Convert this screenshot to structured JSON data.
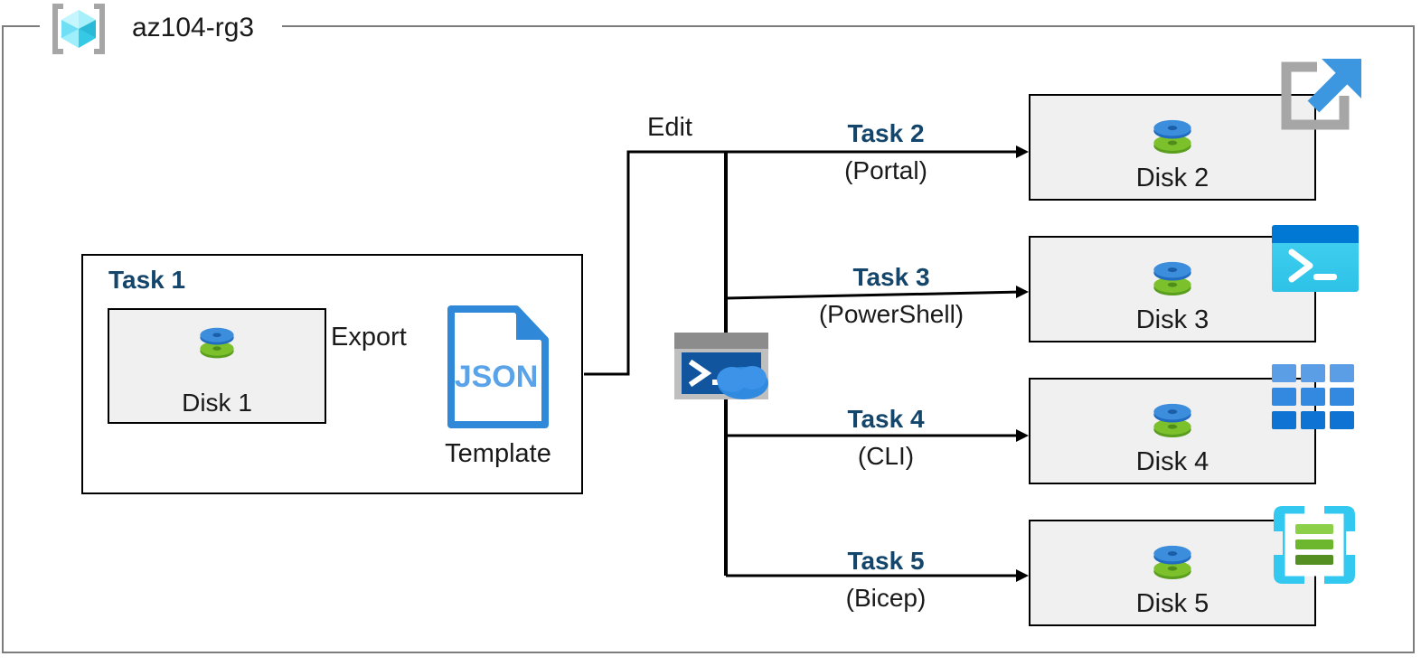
{
  "resource_group": {
    "name": "az104-rg3",
    "icon": "resource-group-icon"
  },
  "diagram": {
    "type": "flow",
    "task1": {
      "label": "Task 1",
      "source_disk": "Disk 1",
      "export_label": "Export",
      "template_label": "Template",
      "template_format": "JSON"
    },
    "edit_label": "Edit",
    "cloudshell_icon": "cloud-shell-icon",
    "branches": [
      {
        "task": "Task 2",
        "tool": "(Portal)",
        "target_disk": "Disk 2",
        "icon": "portal-icon"
      },
      {
        "task": "Task 3",
        "tool": "(PowerShell)",
        "target_disk": "Disk 3",
        "icon": "powershell-icon"
      },
      {
        "task": "Task 4",
        "tool": "(CLI)",
        "target_disk": "Disk 4",
        "icon": "cli-icon"
      },
      {
        "task": "Task 5",
        "tool": "(Bicep)",
        "target_disk": "Disk 5",
        "icon": "bicep-icon"
      }
    ]
  },
  "colors": {
    "task_heading": "#14456b",
    "border_gray": "#7c7c7c",
    "box_fill": "#f0f0f0",
    "box_border": "#000000",
    "azure_blue": "#0078d4",
    "cyan": "#32c8f0",
    "disk_top": "#3b86d1",
    "disk_bottom": "#6fb42e",
    "json_blue": "#2f88d8"
  }
}
